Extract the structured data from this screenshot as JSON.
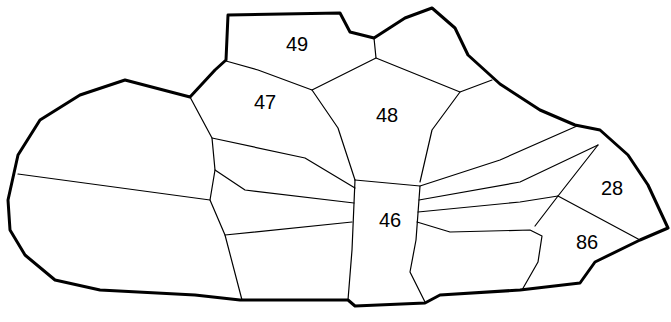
{
  "diagram": {
    "labels": [
      "49",
      "47",
      "48",
      "46",
      "28",
      "86"
    ]
  }
}
